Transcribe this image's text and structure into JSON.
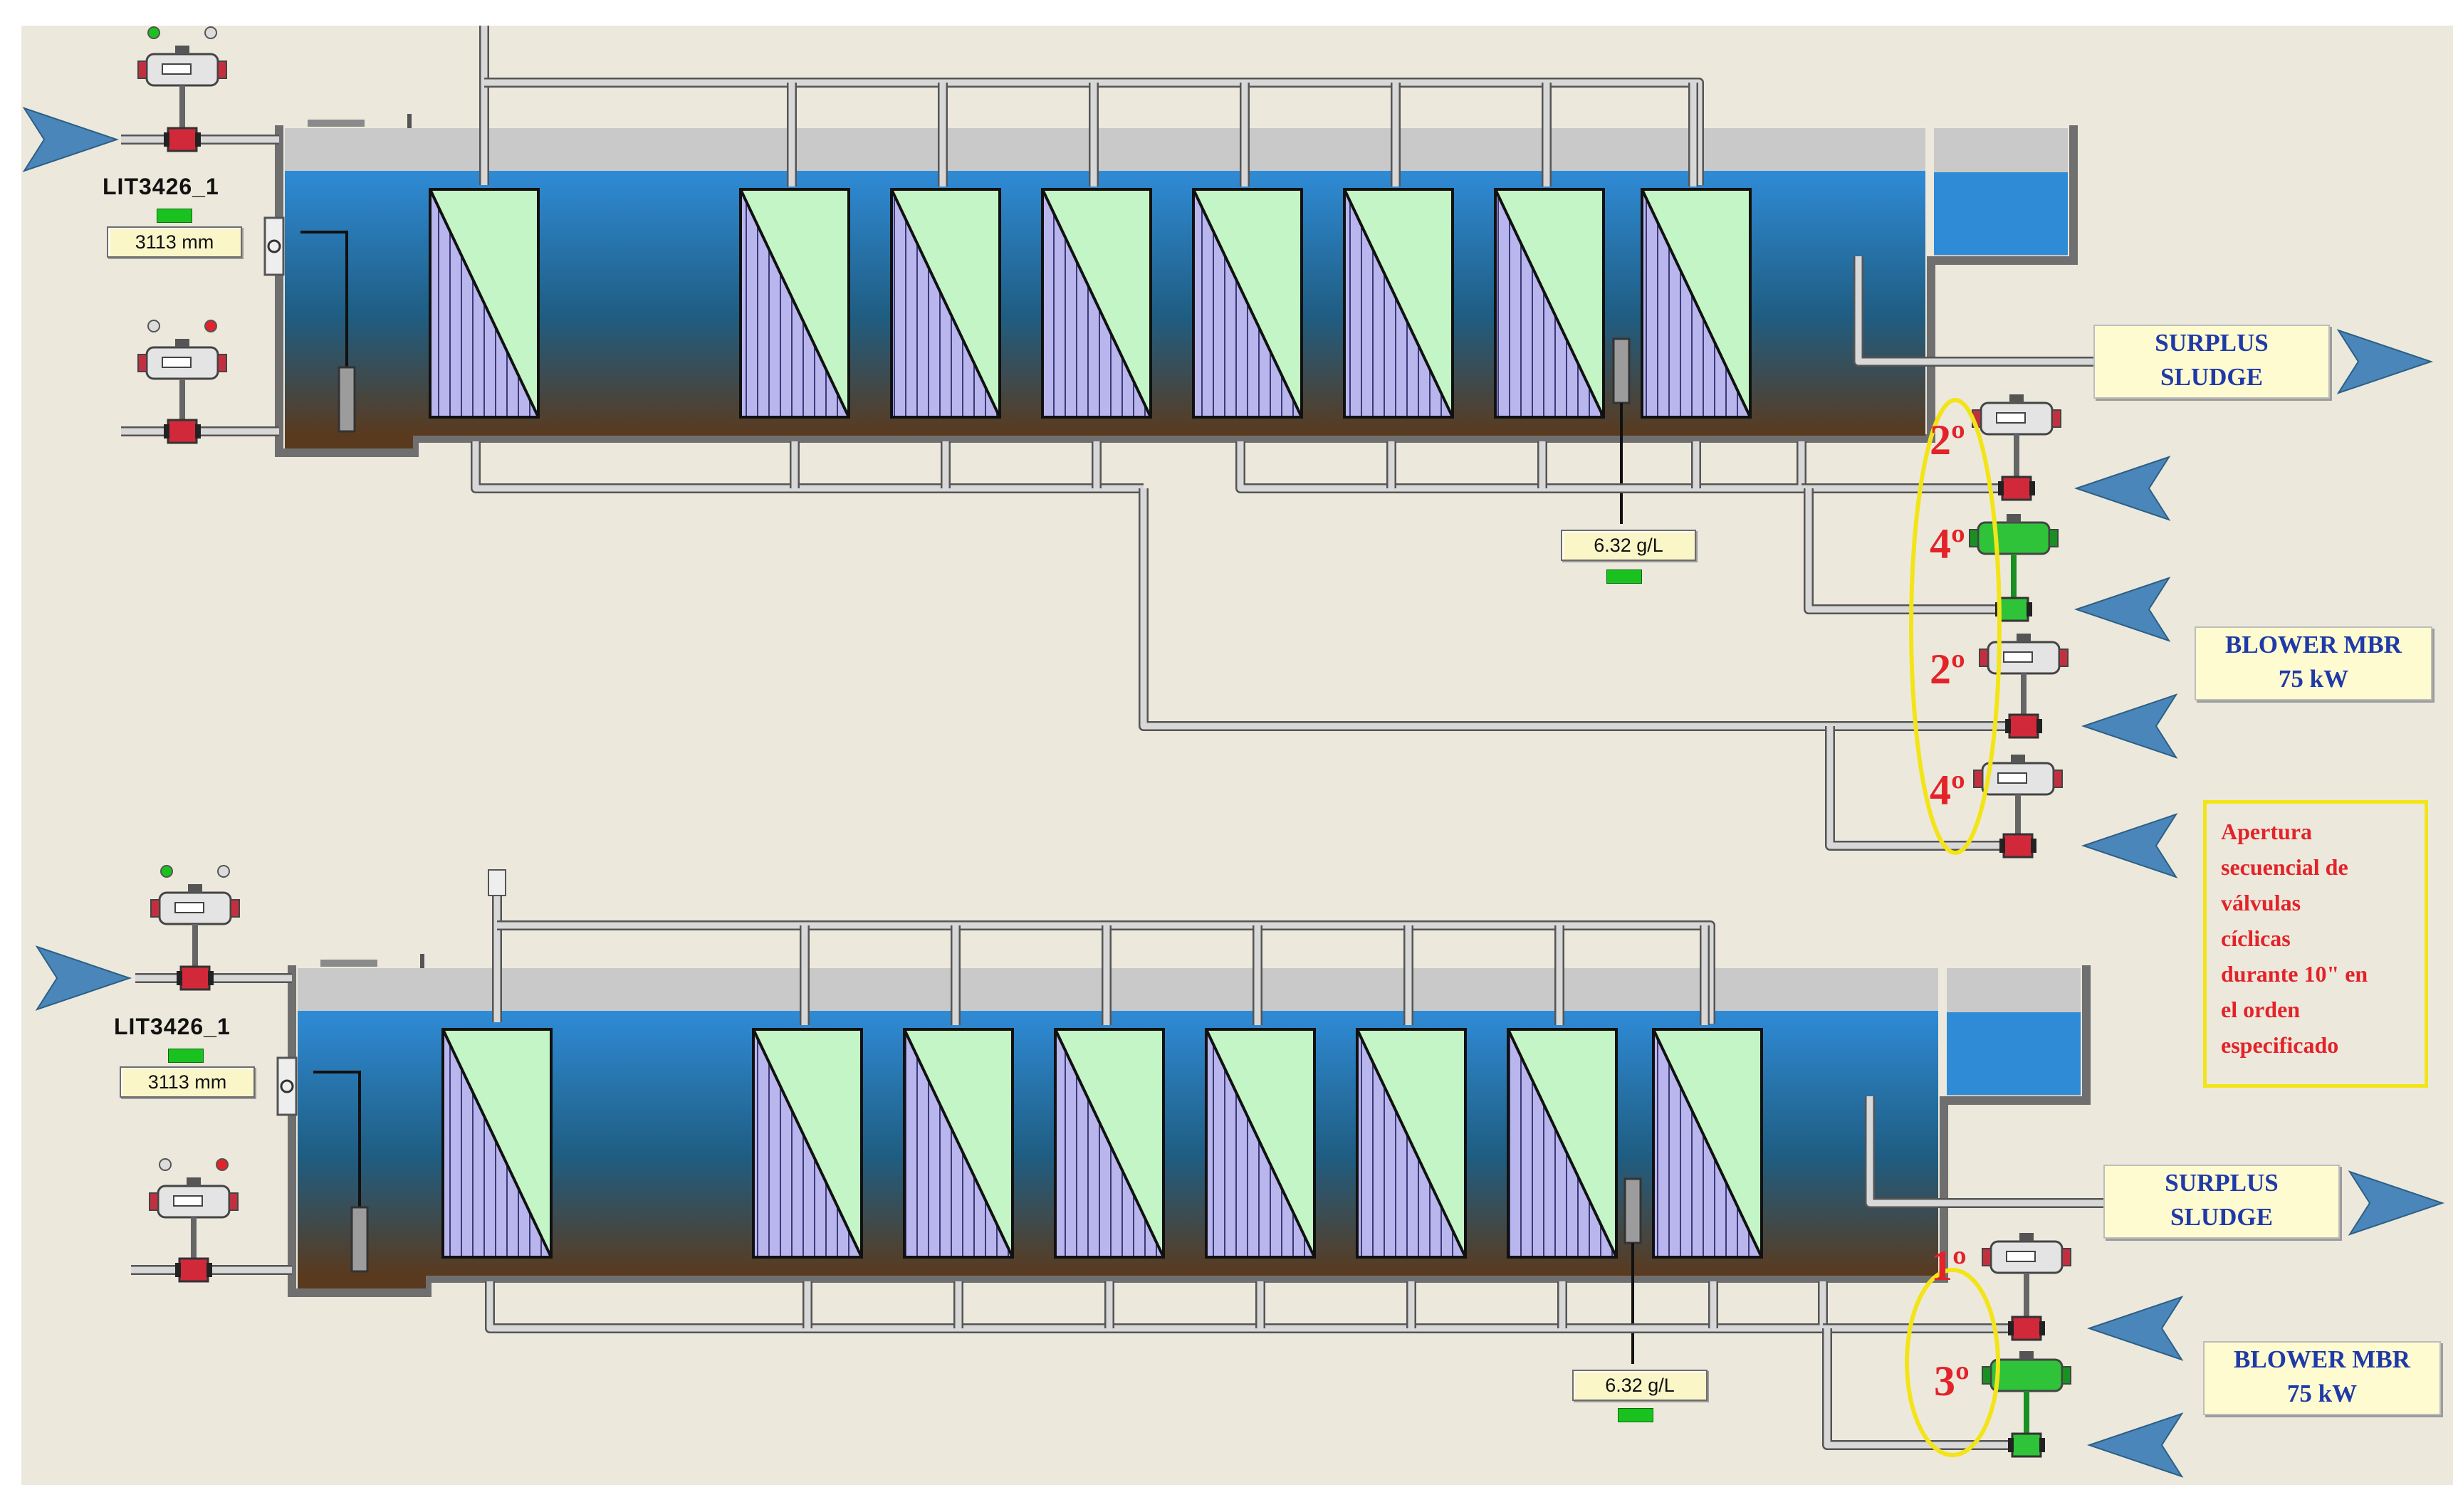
{
  "lines": [
    {
      "level_tag": "LIT3426_1",
      "level_value": "3113 mm",
      "mlss_value": "6.32 g/L",
      "surplus_label": [
        "SURPLUS",
        "SLUDGE"
      ],
      "blower_label": [
        "BLOWER MBR",
        "75 kW"
      ],
      "sequence_marks": [
        "2º",
        "4º",
        "2º",
        "4º"
      ]
    },
    {
      "level_tag": "LIT3426_1",
      "level_value": "3113 mm",
      "mlss_value": "6.32 g/L",
      "surplus_label": [
        "SURPLUS",
        "SLUDGE"
      ],
      "blower_label": [
        "BLOWER MBR",
        "75 kW"
      ],
      "sequence_marks": [
        "1º",
        "3º"
      ]
    }
  ],
  "note_lines": [
    "Apertura",
    "secuencial de",
    "válvulas",
    "cíclicas",
    "durante 10\" en",
    "el orden",
    "especificado"
  ],
  "colors": {
    "background": "#ece9dc",
    "pipe": "#d8d8d8",
    "water_top": "#2f8bd6",
    "sludge_bottom": "#5a3a1e",
    "membrane_frame": "#b9b6ee",
    "membrane_header": "#c4f5c6",
    "arrow": "#4a86b9",
    "valve_open": "#2fc33a",
    "valve_closed": "#d2293a",
    "sequence_text": "#e3232a",
    "highlight": "#f3e419",
    "label_text": "#1f3aa8"
  },
  "icons": [
    "inlet-arrow-icon",
    "outlet-arrow-icon",
    "pneumatic-valve-icon",
    "level-transmitter-icon",
    "mlss-probe-icon",
    "membrane-module-icon"
  ]
}
